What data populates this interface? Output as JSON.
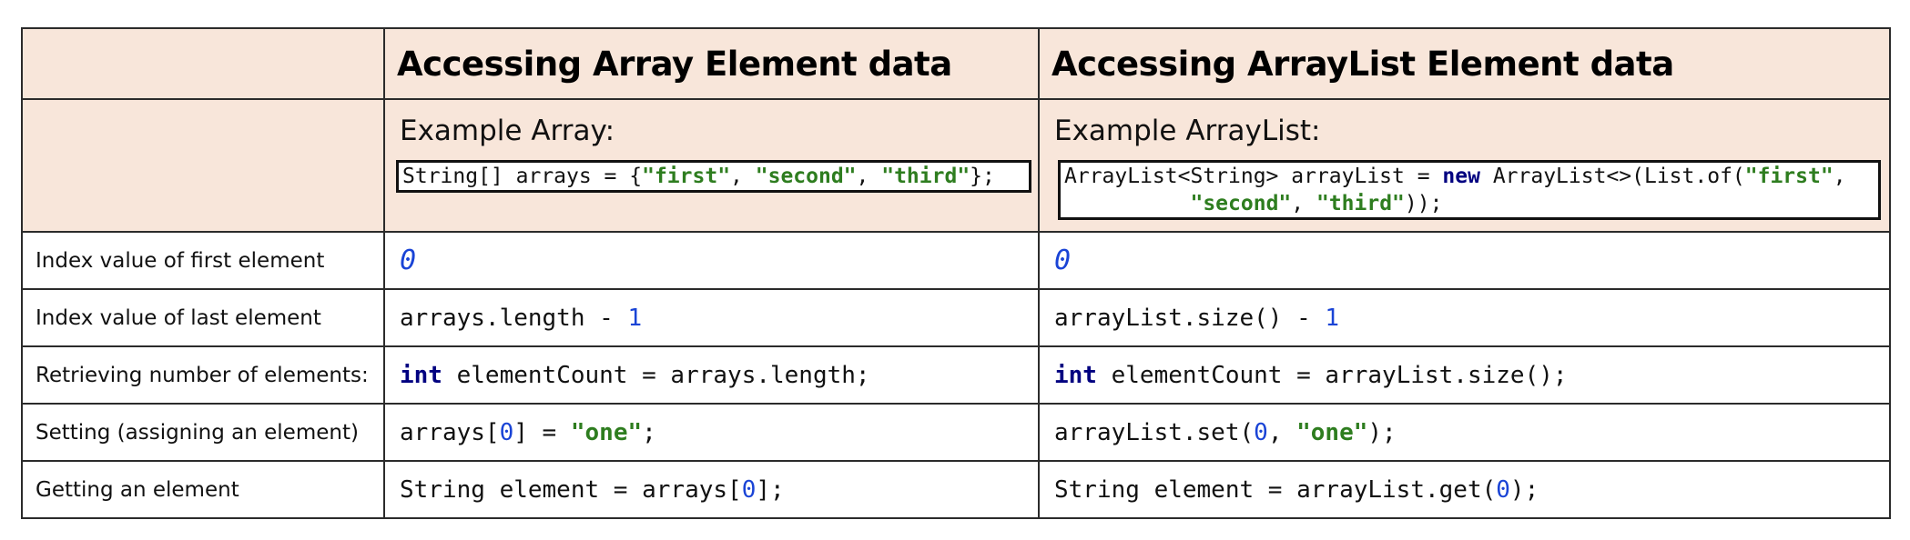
{
  "headers": {
    "array_title": "Accessing Array Element data",
    "arraylist_title": "Accessing ArrayList Element data"
  },
  "examples": {
    "array_label": "Example Array:",
    "arraylist_label": "Example ArrayList:",
    "array_code": {
      "t1": "String[] arrays = {",
      "s1": "\"first\"",
      "c1": ", ",
      "s2": "\"second\"",
      "c2": ", ",
      "s3": "\"third\"",
      "t2": "};"
    },
    "arraylist_code": {
      "t1": "ArrayList<String> arrayList = ",
      "kw": "new",
      "t2": " ArrayList<>(List.of(",
      "s1": "\"first\"",
      "c1": ",",
      "indent": "\n          ",
      "s2": "\"second\"",
      "c2": ", ",
      "s3": "\"third\"",
      "t3": "));"
    }
  },
  "rows": [
    {
      "label": "Index value of first element",
      "array": {
        "n": "0"
      },
      "arraylist": {
        "n": "0"
      }
    },
    {
      "label": "Index value of last element",
      "array": {
        "t1": "arrays.length - ",
        "n": "1"
      },
      "arraylist": {
        "t1": "arrayList.size() - ",
        "n": "1"
      }
    },
    {
      "label": "Retrieving number of elements:",
      "array": {
        "kw": "int",
        "t1": " elementCount = arrays.length;"
      },
      "arraylist": {
        "kw": "int",
        "t1": " elementCount = arrayList.size();"
      }
    },
    {
      "label": "Setting (assigning an element)",
      "array": {
        "t1": "arrays[",
        "n": "0",
        "t2": "] = ",
        "s": "\"one\"",
        "t3": ";"
      },
      "arraylist": {
        "t1": "arrayList.set(",
        "n": "0",
        "t2": ", ",
        "s": "\"one\"",
        "t3": ");"
      }
    },
    {
      "label": "Getting an element",
      "array": {
        "t1": "String element = arrays[",
        "n": "0",
        "t2": "];"
      },
      "arraylist": {
        "t1": "String element = arrayList.get(",
        "n": "0",
        "t2": ");"
      }
    }
  ]
}
